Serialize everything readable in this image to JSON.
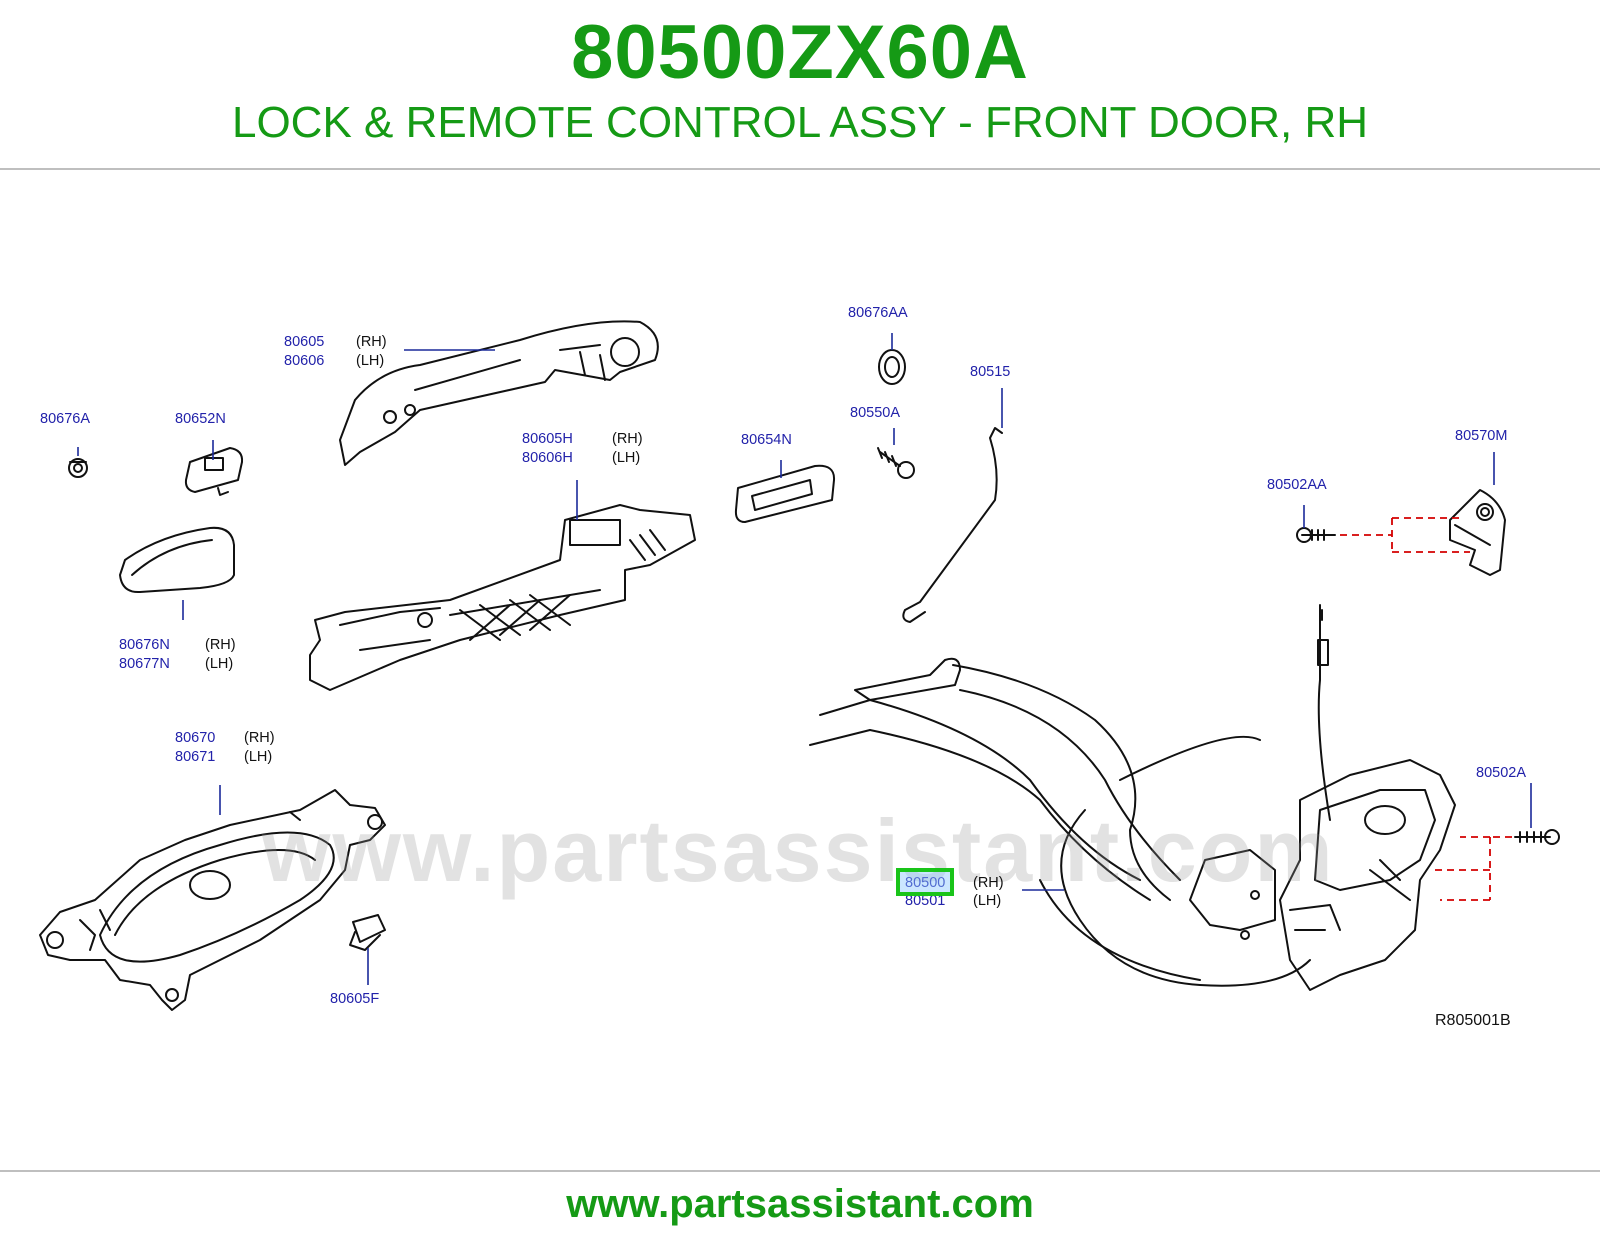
{
  "header": {
    "part_number": "80500ZX60A",
    "description": "LOCK & REMOTE CONTROL ASSY - FRONT DOOR, RH"
  },
  "diagram": {
    "watermark": "www.partsassistant.com",
    "reference_code": "R805001B",
    "highlighted_part": "80500",
    "labels": {
      "p80605": "80605",
      "p80605_side": "(RH)",
      "p80606": "80606",
      "p80606_side": "(LH)",
      "p80676A": "80676A",
      "p80652N": "80652N",
      "p80605H": "80605H",
      "p80605H_side": "(RH)",
      "p80606H": "80606H",
      "p80606H_side": "(LH)",
      "p80654N": "80654N",
      "p80676AA": "80676AA",
      "p80550A": "80550A",
      "p80515": "80515",
      "p80570M": "80570M",
      "p80502AA": "80502AA",
      "p80676N": "80676N",
      "p80676N_side": "(RH)",
      "p80677N": "80677N",
      "p80677N_side": "(LH)",
      "p80670": "80670",
      "p80670_side": "(RH)",
      "p80671": "80671",
      "p80671_side": "(LH)",
      "p80605F": "80605F",
      "p80502A": "80502A",
      "p80500": "80500",
      "p80500_side": "(RH)",
      "p80501": "80501",
      "p80501_side": "(LH)"
    }
  },
  "footer": {
    "url": "www.partsassistant.com"
  },
  "colors": {
    "title_green": "#159a15",
    "label_blue": "#2222aa",
    "highlight_border": "#19c419",
    "dashed_red": "#d40000"
  }
}
